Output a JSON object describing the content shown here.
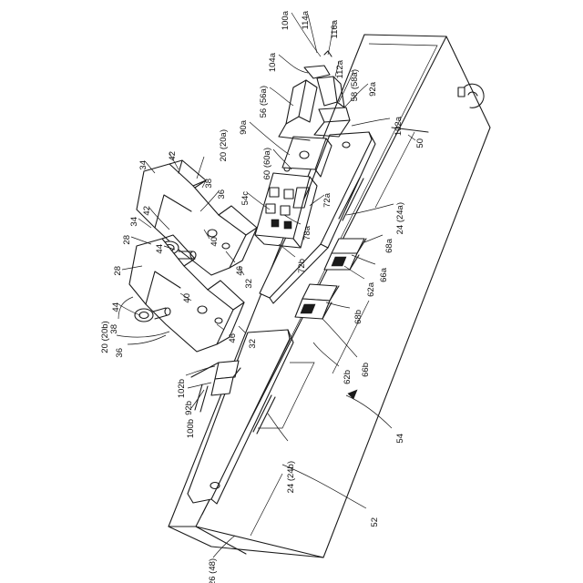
{
  "figure": {
    "labels": {
      "l100a": "100a",
      "l114a": "114a",
      "l116a": "116a",
      "l104a": "104a",
      "l112a": "112a",
      "l58": "58 (58a)",
      "l56": "56 (56a)",
      "l92a": "92a",
      "l90a": "90a",
      "l102a": "102a",
      "l50": "50",
      "l60": "60 (60a)",
      "l20a": "20 (20a)",
      "l42top": "42",
      "l34top": "34",
      "l38top": "38",
      "l36top": "36",
      "l54c": "54c",
      "l72a": "72a",
      "l24a": "24 (24a)",
      "l28top": "28",
      "l42b": "42",
      "l34b": "34",
      "l78a": "78a",
      "l40top": "40",
      "l44top": "44",
      "l46top": "46",
      "l72b": "72b",
      "l68a": "68a",
      "l28b": "28",
      "l32top": "32",
      "l62a": "62a",
      "l66a": "66a",
      "l44b": "44",
      "l38b": "38",
      "l40b": "40",
      "l68b": "68b",
      "l20b": "20 (20b)",
      "l36b": "36",
      "l46b": "46",
      "l32b": "32",
      "l66b": "66b",
      "l62b": "62b",
      "l102b": "102b",
      "l92b": "92b",
      "l100b": "100b",
      "l54": "54",
      "l24b": "24 (24b)",
      "l52": "52",
      "l26": "26 (48)"
    }
  }
}
